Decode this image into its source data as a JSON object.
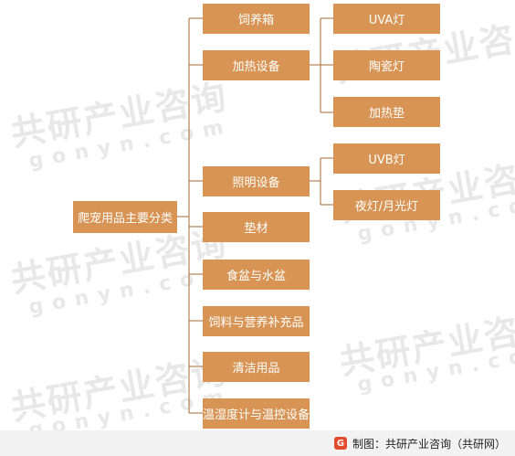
{
  "root": {
    "label": "爬宠用品主要分类"
  },
  "categories": [
    {
      "label": "饲养箱"
    },
    {
      "label": "加热设备"
    },
    {
      "label": "照明设备"
    },
    {
      "label": "垫材"
    },
    {
      "label": "食盆与水盆"
    },
    {
      "label": "饲料与营养补充品"
    },
    {
      "label": "清洁用品"
    },
    {
      "label": "温湿度计与温控设备"
    }
  ],
  "heating_children": [
    {
      "label": "UVA灯"
    },
    {
      "label": "陶瓷灯"
    },
    {
      "label": "加热垫"
    }
  ],
  "lighting_children": [
    {
      "label": "UVB灯"
    },
    {
      "label": "夜灯/月光灯"
    }
  ],
  "watermark": {
    "brand": "共研产业咨询",
    "domain": "gonyn.com"
  },
  "footer": {
    "text": "制图：共研产业咨询（共研网）",
    "logo_glyph": "G"
  },
  "colors": {
    "box": "#d79454",
    "line": "#a66a35"
  }
}
